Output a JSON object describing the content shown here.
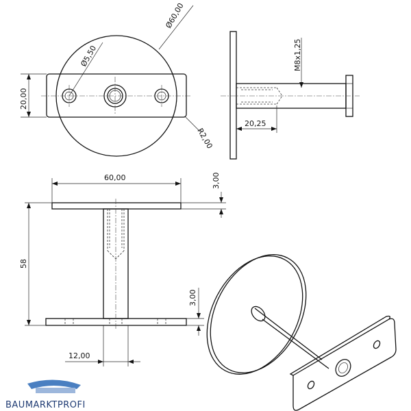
{
  "drawing": {
    "dimensions": {
      "dia_plate": "Ø60,00",
      "dia_hole": "Ø5,50",
      "flange_height": "20,00",
      "radius": "R2,00",
      "thread": "M8x1,25",
      "thread_length": "20,25",
      "plate_width": "60,00",
      "plate_thickness_top": "3,00",
      "total_height": "58",
      "flange_thickness": "3,00",
      "rod_width": "12,00"
    },
    "logo": {
      "text": "BAUMARKTPROFI",
      "colors": {
        "swoosh": "#4a7fc1",
        "text": "#1f3b73"
      }
    }
  }
}
